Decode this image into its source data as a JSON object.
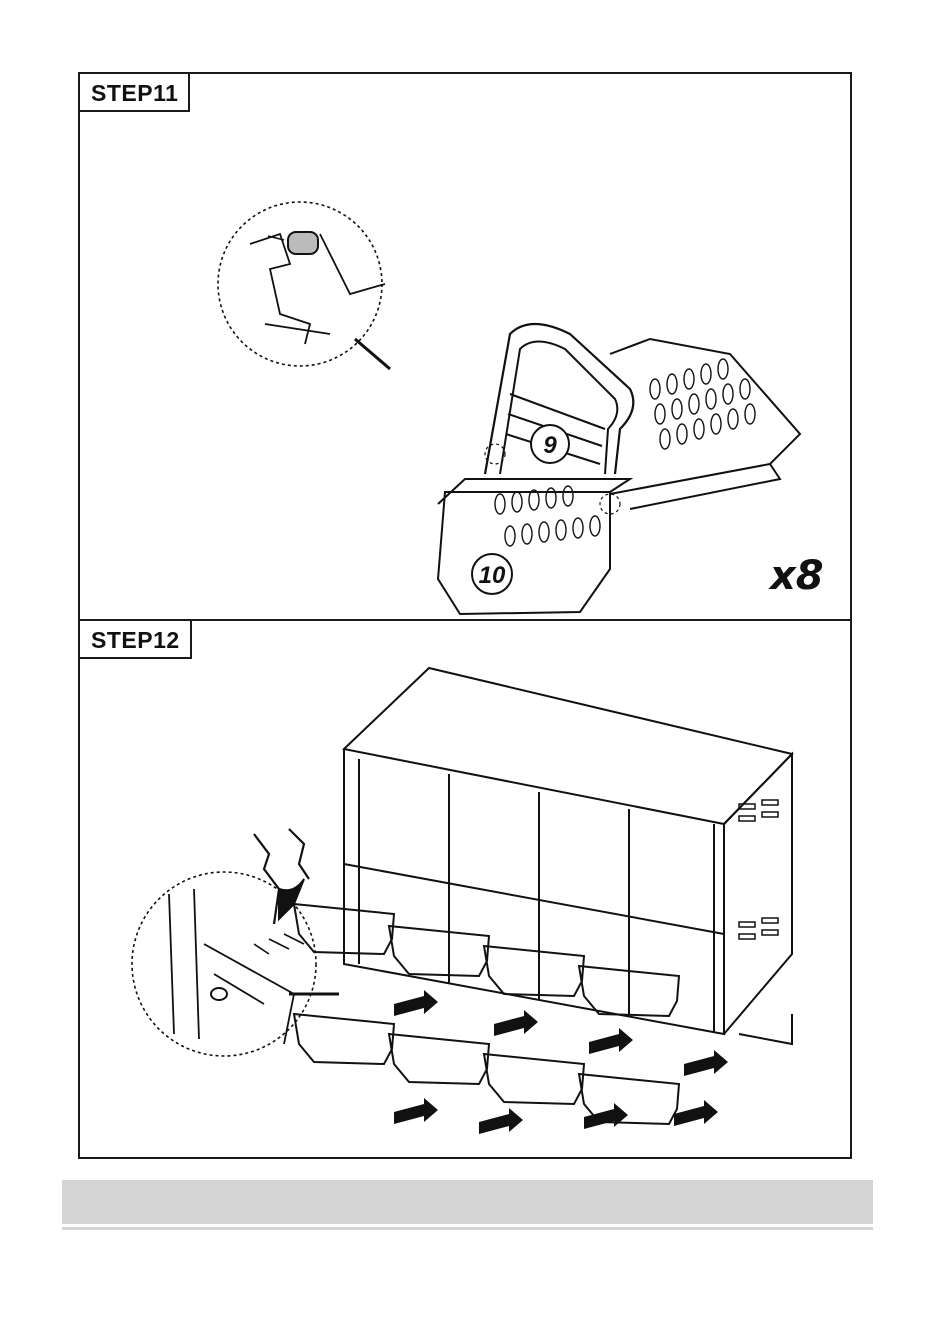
{
  "steps": [
    {
      "label": "STEP11",
      "part_labels": [
        "9",
        "10"
      ],
      "multiplier": "x8"
    },
    {
      "label": "STEP12"
    }
  ],
  "footer": {
    "bar_color": "#d4d4d4"
  }
}
